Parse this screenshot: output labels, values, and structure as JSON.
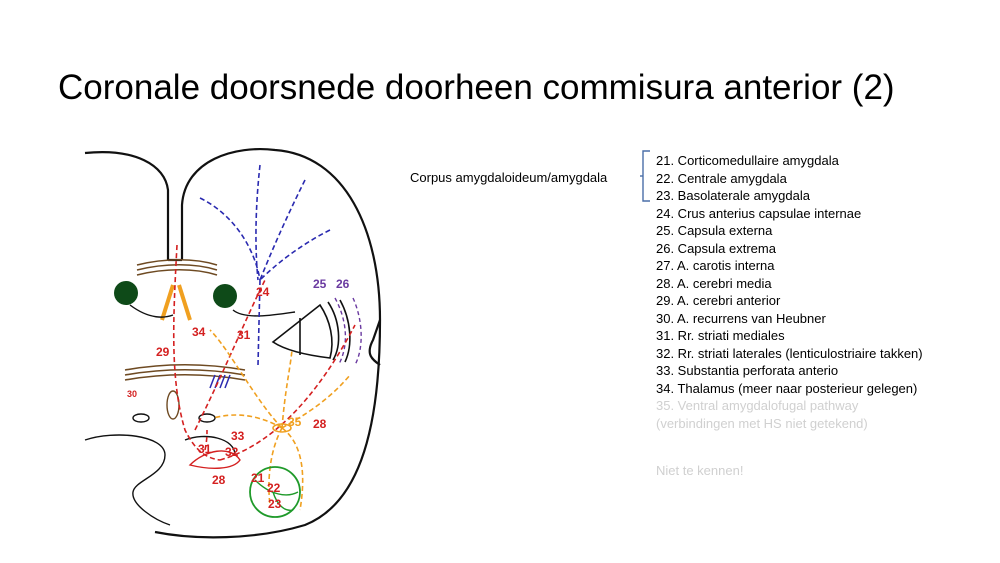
{
  "title": "Coronale doorsnede doorheen commisura anterior (2)",
  "group_label": "Corpus amygdaloideum/amygdala",
  "legend": [
    "21. Corticomedullaire amygdala",
    "22. Centrale amygdala",
    "23. Basolaterale amygdala",
    "24. Crus anterius capsulae internae",
    "25. Capsula externa",
    "26. Capsula extrema",
    "27. A. carotis interna",
    "28. A. cerebri media",
    "29. A. cerebri anterior",
    "30. A. recurrens van Heubner",
    "31. Rr. striati mediales",
    "32. Rr. striati laterales (lenticulostriaire takken)",
    "33. Substantia perforata anterio",
    "34. Thalamus (meer naar posterieur gelegen)"
  ],
  "legend_faded": [
    "35. Ventral amygdalofugal pathway",
    "(verbindingen met HS niet getekend)"
  ],
  "note": "Niet te kennen!",
  "diagram_labels": {
    "l21": "21",
    "l22": "22",
    "l23": "23",
    "l24": "24",
    "l25": "25",
    "l26": "26",
    "l28a": "28",
    "l28b": "28",
    "l29": "29",
    "l30": "30",
    "l31a": "31",
    "l31b": "31",
    "l32": "32",
    "l33": "33",
    "l34": "34",
    "l35": "35"
  },
  "colors": {
    "outline": "#111111",
    "red": "#d42020",
    "orange": "#f0a020",
    "blue": "#2a2ab0",
    "purple": "#6a3aa0",
    "green": "#1f9a2a",
    "dark_green": "#0e4a18",
    "brown": "#6e4a22",
    "bracket": "#4a6ea8",
    "faded_text": "#d0d0d0"
  }
}
